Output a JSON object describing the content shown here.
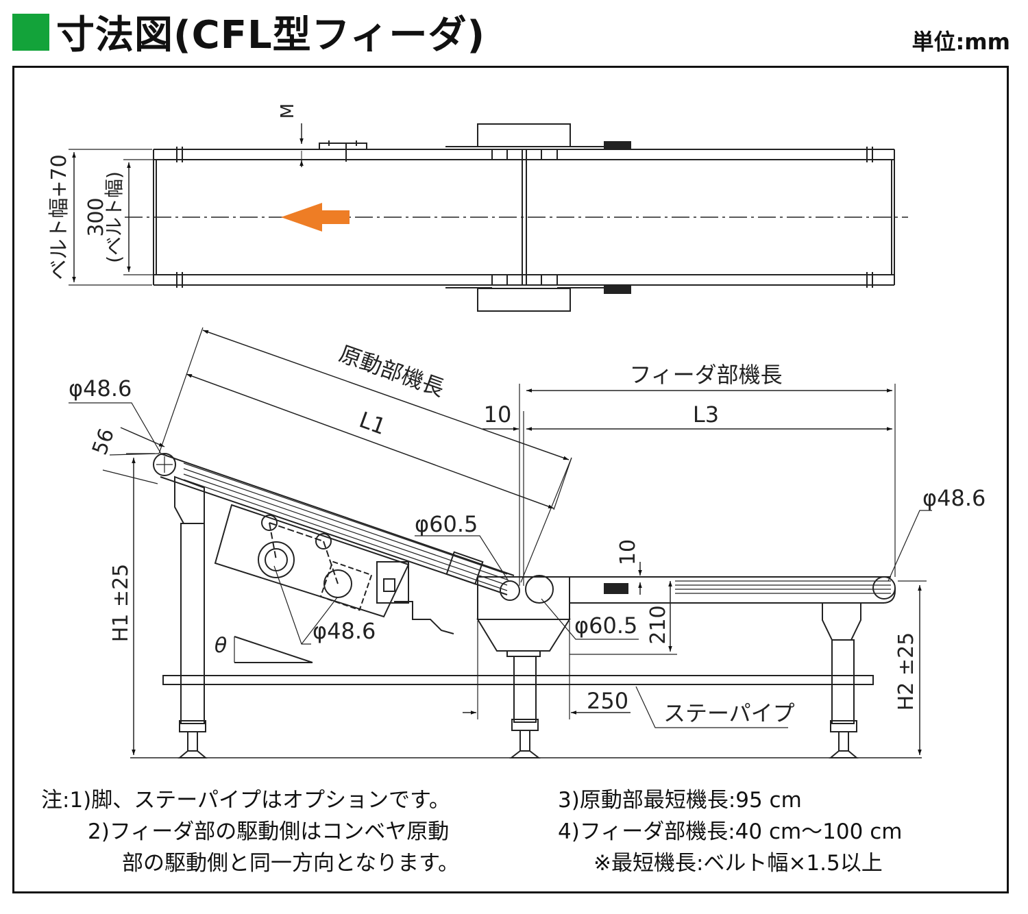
{
  "header": {
    "title": "寸法図(CFL型フィーダ)",
    "unit": "単位:mm",
    "accent_color": "#13a33a"
  },
  "arrow_color": "#ee7d25",
  "plan_view": {
    "dim_M": "M",
    "dim_outer": "ベルト幅+70",
    "dim_inner_value": "300",
    "dim_inner_note": "(ベルト幅)"
  },
  "side_view": {
    "drive_length": "原動部機長",
    "feeder_length": "フィーダ部機長",
    "L1": "L1",
    "L3": "L3",
    "dim_10_top": "10",
    "dim_10_side": "10",
    "dim_56": "56",
    "dim_210": "210",
    "dim_250": "250",
    "dia_48_left": "φ48.6",
    "dia_48_right": "φ48.6",
    "dia_48_mid": "φ48.6",
    "dia_60_upper": "φ60.5",
    "dia_60_lower": "φ60.5",
    "H1": "H1 ±25",
    "H2": "H2 ±25",
    "theta": "θ",
    "stay_pipe": "ステーパイプ"
  },
  "notes": {
    "n1": "注:1)脚、ステーパイプはオプションです。",
    "n2a": "2)フィーダ部の駆動側はコンベヤ原動",
    "n2b": "部の駆動側と同一方向となります。",
    "n3": "3)原動部最短機長:95 cm",
    "n4": "4)フィーダ部機長:40 cm〜100 cm",
    "n5": "※最短機長:ベルト幅×1.5以上"
  }
}
